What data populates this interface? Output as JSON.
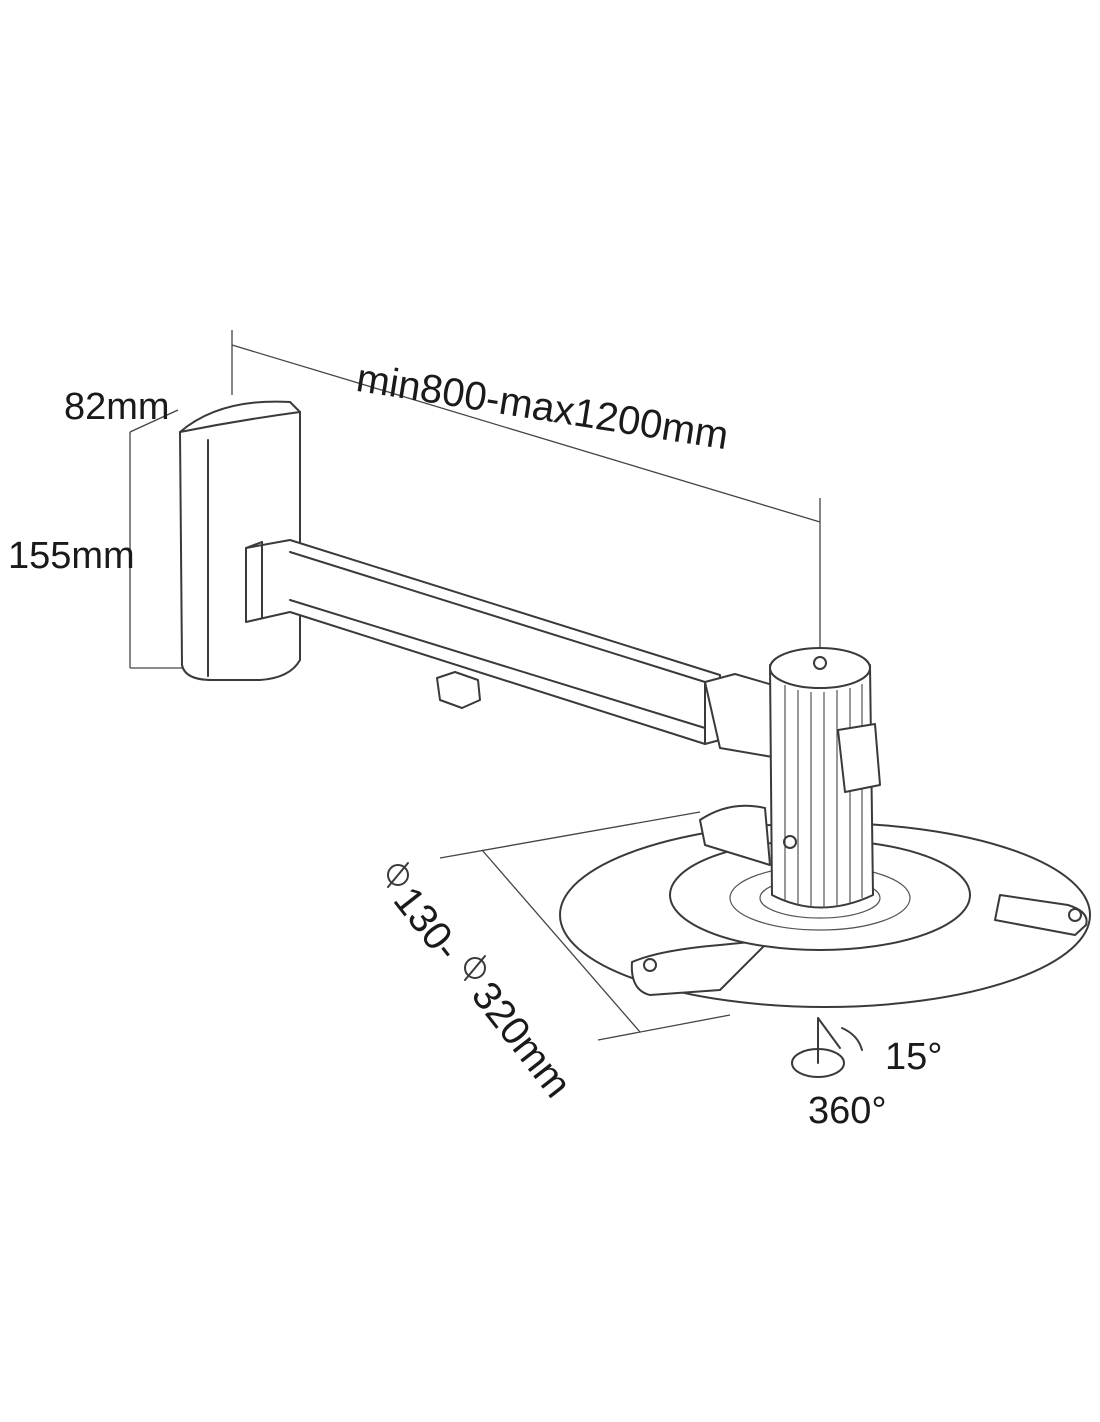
{
  "labels": {
    "arm_length": "min800-max1200mm",
    "plate_depth": "82mm",
    "plate_height": "155mm",
    "mount_diameter": "130-",
    "mount_diameter_max": "320mm",
    "tilt": "15°",
    "rotation": "360°"
  }
}
